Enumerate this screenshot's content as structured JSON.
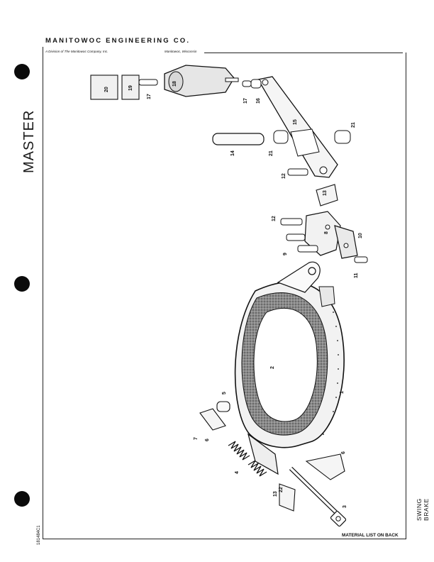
{
  "header": {
    "company": "MANITOWOC ENGINEERING CO.",
    "division": "A Division of The Manitowoc Company, Inc.",
    "location": "Manitowoc, Wisconsin"
  },
  "stamp": {
    "text": "MASTER"
  },
  "part_number": "181484C1",
  "title": "SWING BRAKE",
  "footer": {
    "note": "MATERIAL LIST ON BACK"
  },
  "callouts": {
    "c1": "1",
    "c2": "2",
    "c3": "3",
    "c4": "4",
    "c5": "5",
    "c6a": "6",
    "c6b": "6",
    "c7": "7",
    "c8": "8",
    "c9": "9",
    "c10": "10",
    "c11": "11",
    "c12a": "12",
    "c12b": "12",
    "c13a": "13",
    "c13b": "13",
    "c14": "14",
    "c15": "15",
    "c16": "16",
    "c17a": "17",
    "c17b": "17",
    "c18": "18",
    "c19": "19",
    "c20": "20",
    "c21a": "21",
    "c21b": "21",
    "c22": "22"
  }
}
